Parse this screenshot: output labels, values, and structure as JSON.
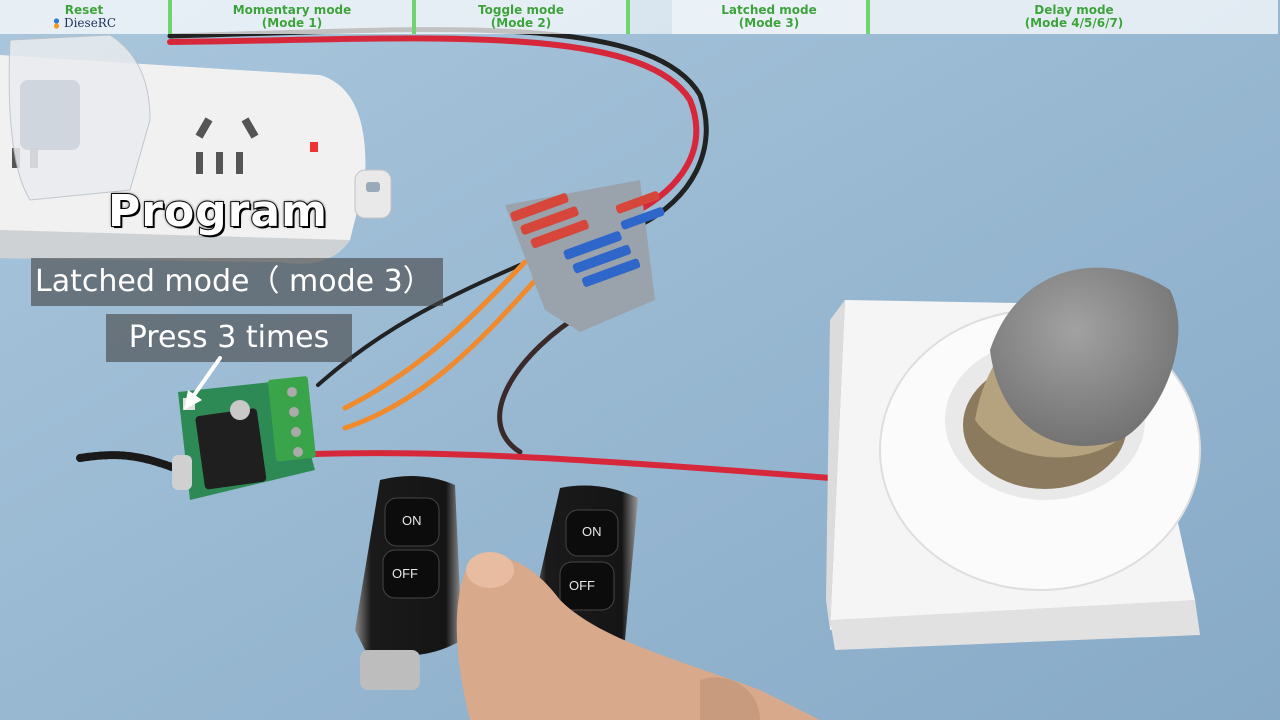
{
  "chapters": [
    {
      "label_line1": "Reset",
      "label_line2": ""
    },
    {
      "label_line1": "Momentary mode",
      "label_line2": "(Mode 1)"
    },
    {
      "label_line1": "Toggle mode",
      "label_line2": "(Mode 2)"
    },
    {
      "label_line1": "Latched mode",
      "label_line2": "(Mode 3)"
    },
    {
      "label_line1": "Delay mode",
      "label_line2": "(Mode 4/5/6/7)"
    }
  ],
  "brand": {
    "name": "DieseRC"
  },
  "overlay": {
    "title": "Program",
    "mode_caption": "Latched mode（ mode 3）",
    "press_caption": "Press 3 times"
  },
  "remotes": [
    {
      "on_label": "ON",
      "off_label": "OFF"
    },
    {
      "on_label": "ON",
      "off_label": "OFF"
    }
  ],
  "colors": {
    "chapter_text": "#3ca33c",
    "chapter_separator": "#6fd36f",
    "background": "#8fb3cf",
    "wire_red": "#d6283a",
    "wire_orange": "#f08a2c"
  }
}
